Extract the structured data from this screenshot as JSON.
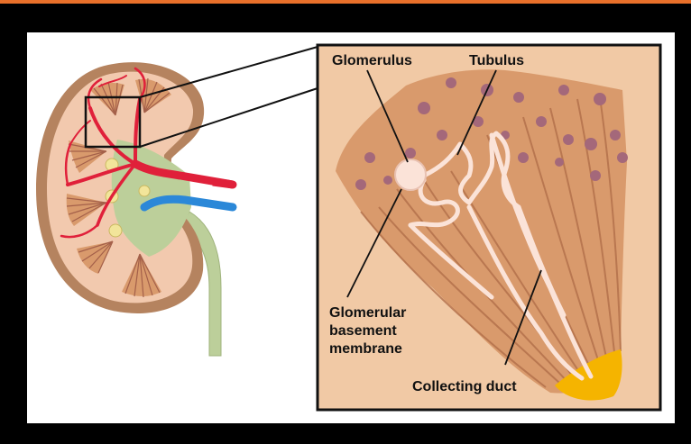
{
  "figure": {
    "labels": {
      "glomerulus": "Glomerulus",
      "tubulus": "Tubulus",
      "gbm_line1": "Glomerular",
      "gbm_line2": "basement",
      "gbm_line3": "membrane",
      "collecting_duct": "Collecting duct"
    },
    "colors": {
      "frame": "#000000",
      "accent_border": "#e8702a",
      "panel_bg": "#ffffff",
      "inset_bg": "#f1c9a5",
      "pyramid": "#d99a6c",
      "cortex": "#f2c9ae",
      "capsule": "#b5835f",
      "artery": "#e0203a",
      "vein": "#2b88d8",
      "ureter": "#bccf9a",
      "calyx_yellow": "#f2e59a",
      "papilla": "#f5b400",
      "tubule": "#fbe3d8",
      "dots": "#a4687a"
    }
  }
}
